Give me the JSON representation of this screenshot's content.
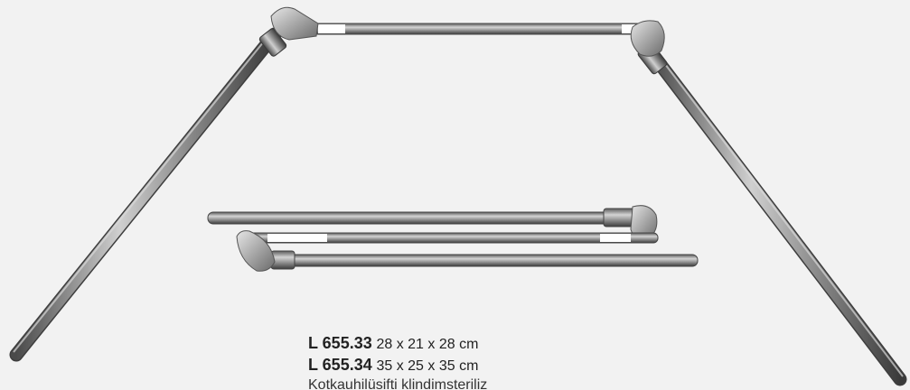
{
  "product": {
    "variants": [
      {
        "code": "L 655.33",
        "dimensions": "28 x 21 x 28 cm"
      },
      {
        "code": "L 655.34",
        "dimensions": "35 x 25 x 35 cm"
      }
    ],
    "description": "Kotkauhilüsifti klindimsteriliz"
  },
  "colors": {
    "background": "#f2f2f2",
    "metal_dark": "#4a4a4a",
    "metal_mid": "#8a8a8a",
    "metal_light": "#d8d8d8",
    "sleeve": "#ffffff"
  }
}
